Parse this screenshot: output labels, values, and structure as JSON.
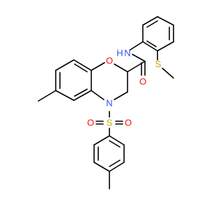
{
  "atoms": {
    "o_ring": {
      "text": "O",
      "color": "#ff0d0d"
    },
    "n_ring": {
      "text": "N",
      "color": "#3050f8"
    },
    "s_sulfo": {
      "text": "S",
      "color": "#c8a800"
    },
    "o_s1": {
      "text": "O",
      "color": "#ff0d0d"
    },
    "o_s2": {
      "text": "O",
      "color": "#ff0d0d"
    },
    "o_amide": {
      "text": "O",
      "color": "#ff0d0d"
    },
    "nh": {
      "text": "N",
      "color": "#3050f8"
    },
    "h": {
      "text": "H",
      "color": "#3050f8"
    },
    "s_me": {
      "text": "S",
      "color": "#c8a800"
    }
  },
  "colors": {
    "bond": "#000000",
    "background": "#ffffff"
  }
}
